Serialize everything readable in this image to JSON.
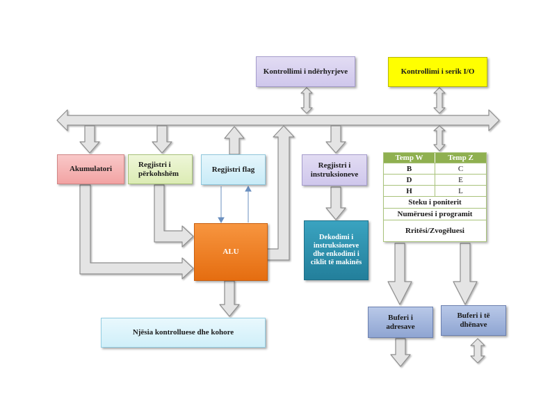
{
  "blocks": {
    "interrupt_ctrl": "Kontrollimi i ndërhyrjeve",
    "serial_io": "Kontrollimi i serik I/O",
    "accumulator": "Akumulatori",
    "temp_register": "Regjistri i përkohshëm",
    "flag_register": "Regjistri flag",
    "instruction_register": "Regjistri i instruksioneve",
    "alu": "ALU",
    "decoder": "Dekodimi i instruksioneve dhe enkodimi i ciklit të makinës",
    "control_timing": "Njësia kontrolluese dhe kohore",
    "address_buffer": "Buferi i adresave",
    "data_buffer": "Buferi i të dhënave"
  },
  "register_table": {
    "header": [
      "Temp W",
      "Temp Z"
    ],
    "pairs": [
      [
        "B",
        "C"
      ],
      [
        "D",
        "E"
      ],
      [
        "H",
        "L"
      ]
    ],
    "stack_pointer": "Steku i poniterit",
    "program_counter": "Numëruesi i programit",
    "inc_dec": "Rritësi/Zvogëluesi"
  },
  "colors": {
    "bus_fill": "#e6e6e6",
    "bus_stroke": "#8c8c8c",
    "table_header": "#8fb050",
    "alu": "#ee7a1e",
    "decoder": "#2b8fad"
  }
}
